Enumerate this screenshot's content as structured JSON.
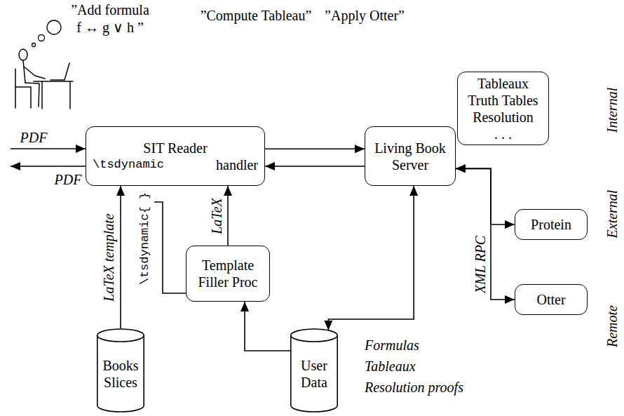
{
  "diagram": {
    "nodes": [
      {
        "text": [
          "SIT Reader",
          "\\tsdynamic",
          "handler"
        ]
      },
      {
        "text": [
          "Living Book Server"
        ]
      },
      {
        "text": [
          "Tableaux",
          "Truth Tables",
          "Resolution",
          ". . ."
        ]
      },
      {
        "text": [
          "Protein"
        ]
      },
      {
        "text": [
          "Template Filler Proc"
        ]
      },
      {
        "text": [
          "Otter"
        ]
      },
      {
        "text": [
          "Books Slices"
        ]
      },
      {
        "text": [
          "User Data"
        ]
      }
    ],
    "edges": [
      {
        "from": 0,
        "to": 1,
        "arrow": "to"
      },
      {
        "from": 1,
        "to": 0,
        "arrow": "to"
      },
      {
        "from": 6,
        "to": 0,
        "label": "LaTeX template",
        "arrow": "to"
      },
      {
        "from": 4,
        "to": 0,
        "label": "LaTeX",
        "arrow": "to"
      },
      {
        "from": 7,
        "to": 4,
        "arrow": "to"
      },
      {
        "from": 1,
        "to": 7,
        "arrow": "both"
      },
      {
        "from": 1,
        "to": 3,
        "label": "XML RPC",
        "arrow": "both"
      },
      {
        "from": 1,
        "to": 5,
        "arrow": "both"
      }
    ],
    "labels": [
      "”Add formula f ↔ g ∨ h ”",
      "”Compute Tableau”",
      "”Apply Otter”",
      "PDF",
      "PDF",
      "\\tsdynamic{ }",
      "Formulas",
      "Tableaux",
      "Resolution proofs",
      "Internal",
      "External",
      "Remote"
    ]
  }
}
